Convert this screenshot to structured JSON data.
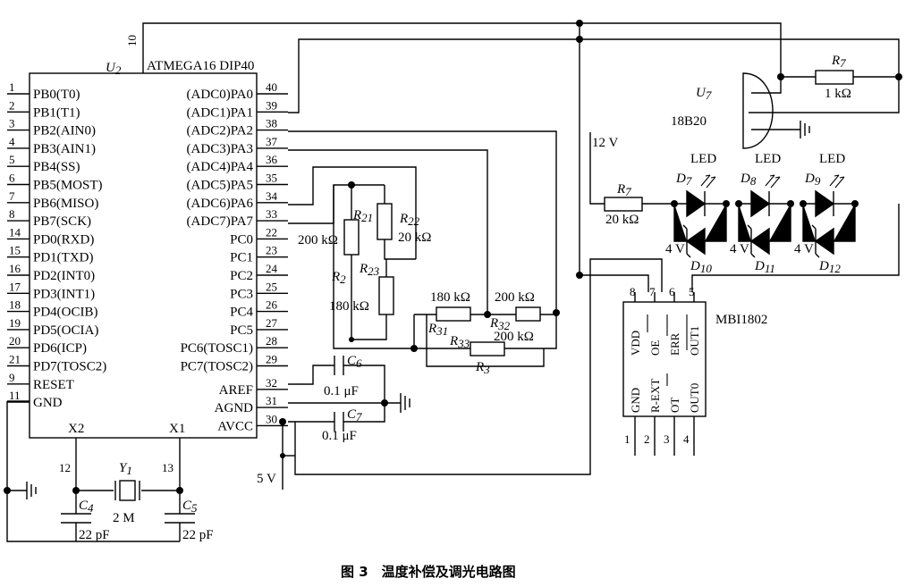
{
  "caption": "图 3　温度补偿及调光电路图",
  "mcu": {
    "ref": "U",
    "ref_sub": "2",
    "part": "ATMEGA16  DIP40",
    "left_pins": [
      {
        "num": "1",
        "name": "PB0(T0)"
      },
      {
        "num": "2",
        "name": "PB1(T1)"
      },
      {
        "num": "3",
        "name": "PB2(AIN0)"
      },
      {
        "num": "4",
        "name": "PB3(AIN1)"
      },
      {
        "num": "5",
        "name": "PB4(SS)"
      },
      {
        "num": "6",
        "name": "PB5(MOST)"
      },
      {
        "num": "7",
        "name": "PB6(MISO)"
      },
      {
        "num": "8",
        "name": "PB7(SCK)"
      },
      {
        "num": "14",
        "name": "PD0(RXD)"
      },
      {
        "num": "15",
        "name": "PD1(TXD)"
      },
      {
        "num": "16",
        "name": "PD2(INT0)"
      },
      {
        "num": "17",
        "name": "PD3(INT1)"
      },
      {
        "num": "18",
        "name": "PD4(OCIB)"
      },
      {
        "num": "19",
        "name": "PD5(OCIA)"
      },
      {
        "num": "20",
        "name": "PD6(ICP)"
      },
      {
        "num": "21",
        "name": "PD7(TOSC2)"
      },
      {
        "num": "9",
        "name": "RESET"
      },
      {
        "num": "11",
        "name": "GND"
      }
    ],
    "right_pins": [
      {
        "num": "40",
        "name": "(ADC0)PA0"
      },
      {
        "num": "39",
        "name": "(ADC1)PA1"
      },
      {
        "num": "38",
        "name": "(ADC2)PA2"
      },
      {
        "num": "37",
        "name": "(ADC3)PA3"
      },
      {
        "num": "36",
        "name": "(ADC4)PA4"
      },
      {
        "num": "35",
        "name": "(ADC5)PA5"
      },
      {
        "num": "34",
        "name": "(ADC6)PA6"
      },
      {
        "num": "33",
        "name": "(ADC7)PA7"
      },
      {
        "num": "22",
        "name": "PC0"
      },
      {
        "num": "23",
        "name": "PC1"
      },
      {
        "num": "24",
        "name": "PC2"
      },
      {
        "num": "25",
        "name": "PC3"
      },
      {
        "num": "26",
        "name": "PC4"
      },
      {
        "num": "27",
        "name": "PC5"
      },
      {
        "num": "28",
        "name": "PC6(TOSC1)"
      },
      {
        "num": "29",
        "name": "PC7(TOSC2)"
      },
      {
        "num": "32",
        "name": "AREF"
      },
      {
        "num": "31",
        "name": "AGND"
      },
      {
        "num": "30",
        "name": "AVCC"
      }
    ],
    "top_pin": "10",
    "x2_label": "X2",
    "x1_label": "X1",
    "x2_pin": "12",
    "x1_pin": "13"
  },
  "crystal": {
    "ref": "Y",
    "ref_sub": "1",
    "value": "2 M"
  },
  "c4": {
    "ref": "C",
    "ref_sub": "4",
    "value": "22 pF"
  },
  "c5": {
    "ref": "C",
    "ref_sub": "5",
    "value": "22 pF"
  },
  "c6": {
    "ref": "C",
    "ref_sub": "6",
    "value": "0.1 μF"
  },
  "c7": {
    "ref": "C",
    "ref_sub": "7",
    "value": "0.1 μF"
  },
  "supply_5v": "5 V",
  "supply_12v": "12 V",
  "r2": {
    "ref": "R",
    "ref_sub": "2",
    "r21": "R",
    "r21_sub": "21",
    "r22": "R",
    "r22_sub": "22",
    "r23": "R",
    "r23_sub": "23",
    "val_left": "200 kΩ",
    "val_right": "20 kΩ",
    "val_bottom": "180 kΩ"
  },
  "r3": {
    "ref": "R",
    "ref_sub": "3",
    "r31": "R",
    "r31_sub": "31",
    "r32": "R",
    "r32_sub": "32",
    "r33": "R",
    "r33_sub": "33",
    "val1": "180 kΩ",
    "val2": "200 kΩ",
    "val3": "200 kΩ"
  },
  "sensor": {
    "ref": "U",
    "ref_sub": "7",
    "part": "18B20",
    "pullup_ref": "R",
    "pullup_sub": "7",
    "pullup_val": "1 kΩ"
  },
  "led_chain": {
    "series_ref": "R",
    "series_sub": "7",
    "series_val": "20 kΩ",
    "leds": [
      {
        "label": "LED",
        "ref": "D",
        "sub": "7",
        "zref": "D",
        "zsub": "10",
        "zval": "4 V"
      },
      {
        "label": "LED",
        "ref": "D",
        "sub": "8",
        "zref": "D",
        "zsub": "11",
        "zval": "4 V"
      },
      {
        "label": "LED",
        "ref": "D",
        "sub": "9",
        "zref": "D",
        "zsub": "12",
        "zval": "4 V"
      }
    ]
  },
  "driver": {
    "part": "MBI1802",
    "top_pins": [
      {
        "num": "8",
        "name": "VDD"
      },
      {
        "num": "7",
        "name": "OE"
      },
      {
        "num": "6",
        "name": "ERR"
      },
      {
        "num": "5",
        "name": "OUT1"
      }
    ],
    "bottom_pins": [
      {
        "num": "1",
        "name": "GND"
      },
      {
        "num": "2",
        "name": "R-EXT"
      },
      {
        "num": "3",
        "name": "OT"
      },
      {
        "num": "4",
        "name": "OUT0"
      }
    ]
  }
}
